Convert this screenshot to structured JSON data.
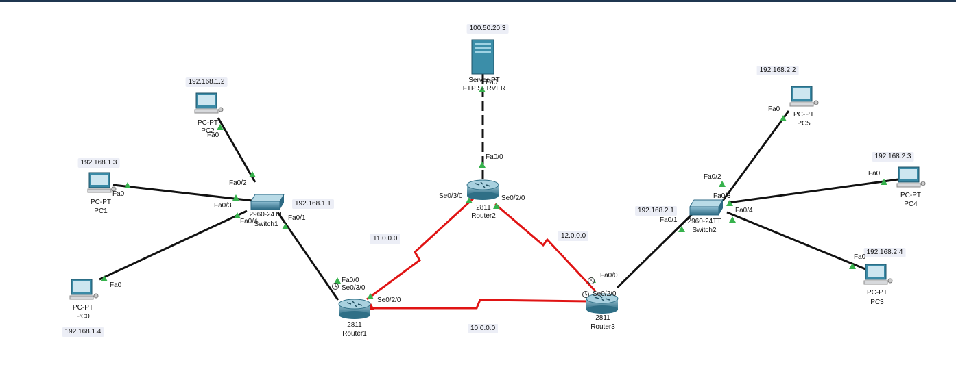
{
  "colors": {
    "wire_ethernet": "#111111",
    "wire_serial": "#e01414",
    "link_up": "#37b24d",
    "link_down": "#e01414",
    "ip_bg": "#eceef6",
    "topbar": "#1f3650"
  },
  "devices": {
    "server": {
      "ip": "100.50.20.3",
      "model": "Server-PT",
      "name": "FTP SERVER",
      "port": "Fa0",
      "icon": "server-icon"
    },
    "router1": {
      "model": "2811",
      "name": "Router1",
      "icon": "router-icon"
    },
    "router2": {
      "model": "2811",
      "name": "Router2",
      "icon": "router-icon"
    },
    "router3": {
      "model": "2811",
      "name": "Router3",
      "icon": "router-icon"
    },
    "switch1": {
      "model": "2960-24TT",
      "name": "Switch1",
      "ip": "192.168.1.1",
      "icon": "switch-icon"
    },
    "switch2": {
      "model": "2960-24TT",
      "name": "Switch2",
      "ip": "192.168.2.1",
      "icon": "switch-icon"
    },
    "pc0": {
      "ip": "192.168.1.4",
      "model": "PC-PT",
      "name": "PC0",
      "port": "Fa0",
      "icon": "pc-icon"
    },
    "pc1": {
      "ip": "192.168.1.3",
      "model": "PC-PT",
      "name": "PC1",
      "port": "Fa0",
      "icon": "pc-icon"
    },
    "pc2": {
      "ip": "192.168.1.2",
      "model": "PC-PT",
      "name": "PC2",
      "port": "Fa0",
      "icon": "pc-icon"
    },
    "pc3": {
      "ip": "192.168.2.4",
      "model": "PC-PT",
      "name": "PC3",
      "port": "Fa0",
      "icon": "pc-icon"
    },
    "pc4": {
      "ip": "192.168.2.3",
      "model": "PC-PT",
      "name": "PC4",
      "port": "Fa0",
      "icon": "pc-icon"
    },
    "pc5": {
      "ip": "192.168.2.2",
      "model": "PC-PT",
      "name": "PC5",
      "port": "Fa0",
      "icon": "pc-icon"
    }
  },
  "ports": {
    "sw1_fa02": "Fa0/2",
    "sw1_fa03": "Fa0/3",
    "sw1_fa04": "Fa0/4",
    "sw1_fa01": "Fa0/1",
    "sw2_fa02": "Fa0/2",
    "sw2_fa03": "Fa0/3",
    "sw2_fa04": "Fa0/4",
    "sw2_fa01": "Fa0/1",
    "r1_fa00": "Fa0/0",
    "r1_se030": "Se0/3/0",
    "r1_se020": "Se0/2/0",
    "r2_fa00": "Fa0/0",
    "r2_se030": "Se0/3/0",
    "r2_se020": "Se0/2/0",
    "r3_fa00": "Fa0/0",
    "r3_se020": "Se0/2/0"
  },
  "networks": {
    "net_r1_r2": "11.0.0.0",
    "net_r2_r3": "12.0.0.0",
    "net_r1_r3": "10.0.0.0"
  }
}
